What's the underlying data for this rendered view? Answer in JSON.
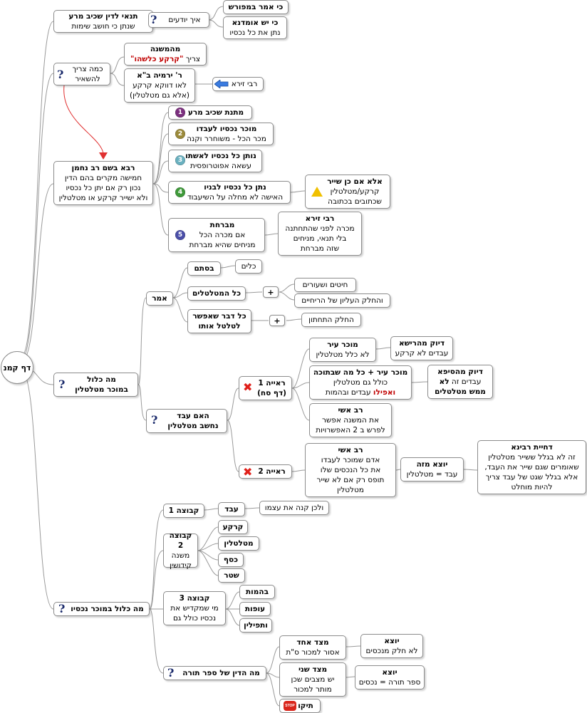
{
  "root": "דף קמנ",
  "n1": {
    "t": "תנאי לדין שכיב מרע",
    "s": "שנתן כי חושב שימות"
  },
  "n1a": "איך יודעים",
  "n1a1": "כי אמר במפורש",
  "n1a2": {
    "t": "כי יש אומדנא",
    "s": "נתן את כל נכסיו"
  },
  "n2": {
    "l1": "כמה צריך",
    "l2": "להשאיר"
  },
  "n2a": {
    "t": "מהמשנה",
    "pre": "צריך",
    "red": "\"קרקע כלשהו\""
  },
  "n2b": {
    "t": "ר' ירמיה ב\"א",
    "l1": "לאו דווקא קרקע",
    "l2": "(אלא גם מטלטלין)"
  },
  "n2c": "רבי זירא",
  "n3": {
    "t": "רבא בשם רב נחמן",
    "l1": "חמישה מקרים בהם הדין",
    "l2": "נכון רק אם יתן כל נכסיו",
    "l3": "ולא ישייר קרקע או מטלטלין"
  },
  "c1": {
    "n": "1",
    "t": "מתנת שכיב מרע"
  },
  "c2": {
    "n": "2",
    "t": "מוכר נכסיו לעבדו",
    "s": "מכר הכל - משוחרר וקנה"
  },
  "c3": {
    "n": "3",
    "t": "נותן כל נכסיו לאשתו",
    "s": "עשאה אפוטרופסית"
  },
  "c4": {
    "n": "4",
    "t": "נתן כל נכסיו לבניו",
    "s": "האישה לא מחלה על השיעבוד"
  },
  "c4a": {
    "t": "אלא אם כן שייר",
    "l1": "קרקע/מטלטלין",
    "l2": "שכתובים בכתובה"
  },
  "c5": {
    "n": "5",
    "t": "מברחת",
    "l1": "אם מכרה הכל",
    "l2": "מניחים שהיא מברחת"
  },
  "c5a": {
    "t": "רבי זירא",
    "l1": "מכרה לפני שהתחתנה",
    "l2": "בלי תנאי, מניחים",
    "l3": "שזה מברחת"
  },
  "m": {
    "l1": "מה כלול",
    "l2": "במוכר מטלטלין"
  },
  "amar": "אמר",
  "stam": "בסתם",
  "kelim": "כלים",
  "kolmet": "כל המטלטלים",
  "plus": "+",
  "hitim": "חיטים ושעורים",
  "elyon": "והחלק העליון של הריחיים",
  "koldavar": {
    "l1": "כל דבר שאפשר",
    "l2": "לטלטל אותו"
  },
  "tahton": "החלק התחתון",
  "eved": {
    "l1": "האם עבד",
    "l2": "נחשב מטלטלין"
  },
  "r1": {
    "l1": "ראייה 1",
    "l2": "(דף סח)"
  },
  "r1a": {
    "t": "מוכר עיר",
    "s": "לא כלל מטלטלין"
  },
  "r1a1": {
    "t": "דיוק מהרישא",
    "s": "עבדים לא קרקע"
  },
  "r1b": {
    "t": "מוכר עיר + כל מה שבתוכה",
    "s": "כולל גם מטלטלין",
    "red": "ואפילו",
    "rest": "עבדים ובהמות"
  },
  "r1b1": {
    "t": "דיוק מהסיפא",
    "pre": "עבדים זה",
    "bold": "לא",
    "l2": "ממש מטלטלים"
  },
  "r1c": {
    "t": "רב אשי",
    "l1": "את המשנה אפשר",
    "l2": "לפרש ב 2 האפשרויות"
  },
  "r2": "ראייה 2",
  "r2a": {
    "t": "רב אשי",
    "l1": "אדם שמוכר לעבדו",
    "l2": "את כל הנכסים שלו",
    "l3": "תופס רק אם לא שייר",
    "l4": "מטלטלין"
  },
  "r2b": {
    "t": "יוצא מזה",
    "s": "עבד = מטלטלין"
  },
  "r2c": {
    "t": "דחיית רבינא",
    "l1": "זה לא בגלל ששייר מטלטלין",
    "l2": "שאומרים שגם שייר את העבד,",
    "l3": "אלא בגלל שגט של עבד צריך",
    "l4": "להיות מוחלט"
  },
  "nk": "מה כלול במוכר נכסיו",
  "g1": "קבוצה 1",
  "g1a": "עבד",
  "g1b": "ולכן קנה את עצמו",
  "g2": {
    "t": "קבוצה 2",
    "l1": "משנה",
    "l2": "קידושין"
  },
  "g2a": "קרקע",
  "g2b": "מטלטלין",
  "g2c": "כסף",
  "g2d": "שטר",
  "g3": {
    "t": "קבוצה 3",
    "l1": "מי שמקדיש את",
    "l2": "נכסיו כולל גם"
  },
  "g3a": "בהמות",
  "g3b": "עופות",
  "g3c": "ותפילין",
  "st": "מה הדין של ספר תורה",
  "st1": {
    "t": "מצד אחד",
    "s": "אסור למכור ס\"ת"
  },
  "st1a": {
    "t": "יוצא",
    "s": "לא חלק מנכסים"
  },
  "st2": {
    "t": "מצד שני",
    "l1": "יש מצבים שכן",
    "l2": "מותר למכור"
  },
  "st2a": {
    "t": "יוצא",
    "s": "ספר תורה = נכסים"
  },
  "st3": "תיקו",
  "stopText": "STOP",
  "colors": {
    "link": "#9a9a9a",
    "relation": "#e03030",
    "q": "#1a2a6b"
  }
}
